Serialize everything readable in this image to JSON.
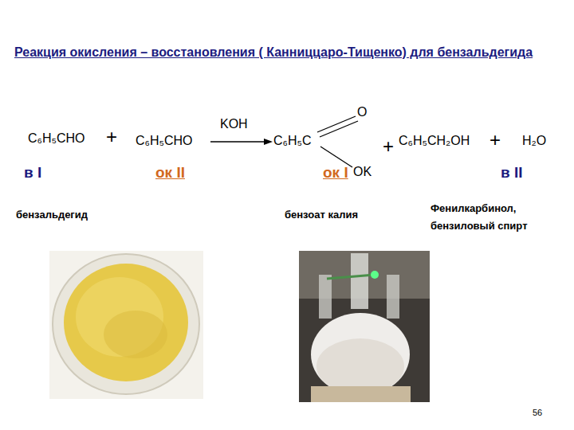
{
  "diagram": {
    "title": "Реакция окисления – восстановления ( Канниццаро-Тищенко) для бензальдегида",
    "labels": [
      "C₆H₅CHO",
      "+",
      "C₆H₅CHO",
      "KOH",
      "C₆H₅C",
      "O",
      "OK",
      "+",
      "C₆H₅CH₂OH",
      "+",
      "H₂O",
      "в I",
      "ок II",
      "ок I",
      "в II",
      "бензальдегид",
      "бензоат калия",
      "Фенилкарбинол, бензиловый спирт",
      "56"
    ]
  }
}
